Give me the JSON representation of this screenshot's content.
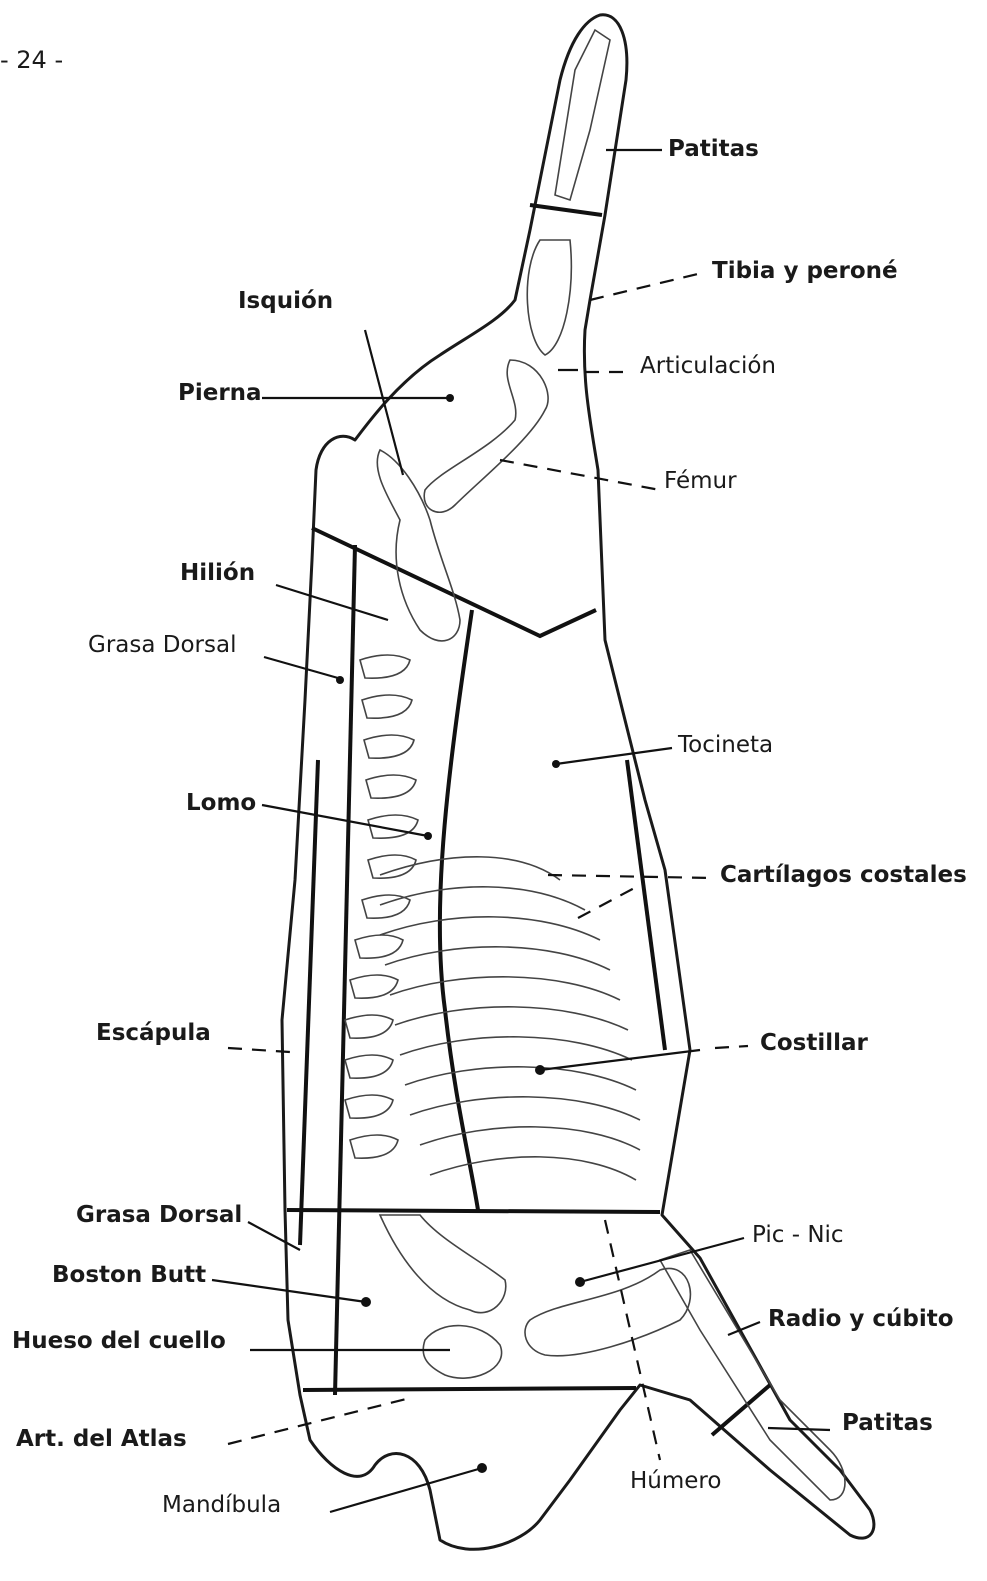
{
  "page_number": "- 24 -",
  "labels": {
    "patitas_top": "Patitas",
    "tibia_perone": "Tibia y peroné",
    "isquion": "Isquión",
    "articulacion": "Articulación",
    "pierna": "Pierna",
    "femur": "Fémur",
    "hilion": "Hilión",
    "grasa_dorsal_top": "Grasa Dorsal",
    "tocineta": "Tocineta",
    "lomo": "Lomo",
    "cartilagos_costales": "Cartílagos costales",
    "escapula": "Escápula",
    "costillar": "Costillar",
    "grasa_dorsal_bottom": "Grasa Dorsal",
    "pic_nic": "Pic - Nic",
    "boston_butt": "Boston Butt",
    "radio_cubito": "Radio y cúbito",
    "hueso_cuello": "Hueso del cuello",
    "patitas_bottom": "Patitas",
    "art_atlas": "Art. del Atlas",
    "humero": "Húmero",
    "mandibula": "Mandíbula"
  }
}
